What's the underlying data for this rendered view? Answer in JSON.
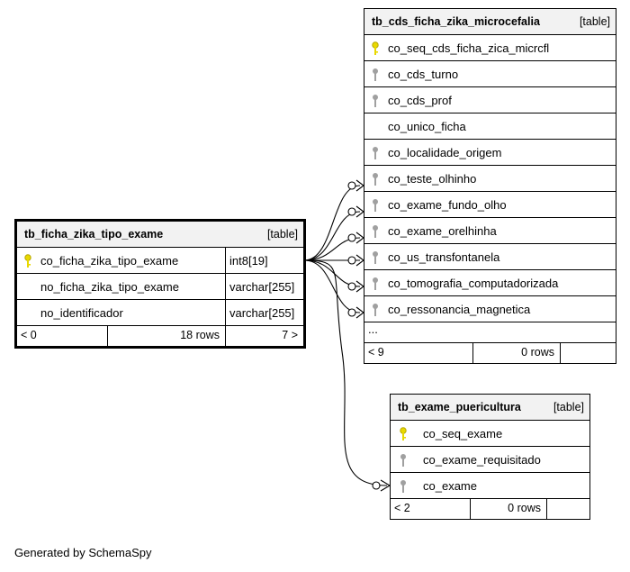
{
  "tables": {
    "tipo_exame": {
      "name": "tb_ficha_zika_tipo_exame",
      "tag": "[table]",
      "rows": [
        {
          "col": "co_ficha_zika_tipo_exame",
          "type": "int8[19]",
          "key": "primary"
        },
        {
          "col": "no_ficha_zika_tipo_exame",
          "type": "varchar[255]",
          "key": "none"
        },
        {
          "col": "no_identificador",
          "type": "varchar[255]",
          "key": "none"
        }
      ],
      "footer": {
        "left": "< 0",
        "mid": "18 rows",
        "right": "7 >"
      }
    },
    "microcefalia": {
      "name": "tb_cds_ficha_zika_microcefalia",
      "tag": "[table]",
      "rows": [
        {
          "col": "co_seq_cds_ficha_zica_micrcfl",
          "key": "primary"
        },
        {
          "col": "co_cds_turno",
          "key": "foreign"
        },
        {
          "col": "co_cds_prof",
          "key": "foreign"
        },
        {
          "col": "co_unico_ficha",
          "key": "none"
        },
        {
          "col": "co_localidade_origem",
          "key": "foreign"
        },
        {
          "col": "co_teste_olhinho",
          "key": "foreign"
        },
        {
          "col": "co_exame_fundo_olho",
          "key": "foreign"
        },
        {
          "col": "co_exame_orelhinha",
          "key": "foreign"
        },
        {
          "col": "co_us_transfontanela",
          "key": "foreign"
        },
        {
          "col": "co_tomografia_computadorizada",
          "key": "foreign"
        },
        {
          "col": "co_ressonancia_magnetica",
          "key": "foreign"
        }
      ],
      "ellipsis": "...",
      "footer": {
        "left": "< 9",
        "mid": "0 rows",
        "right": ""
      }
    },
    "puericultura": {
      "name": "tb_exame_puericultura",
      "tag": "[table]",
      "rows": [
        {
          "col": "co_seq_exame",
          "key": "primary"
        },
        {
          "col": "co_exame_requisitado",
          "key": "foreign"
        },
        {
          "col": "co_exame",
          "key": "foreign"
        }
      ],
      "footer": {
        "left": "< 2",
        "mid": "0 rows",
        "right": ""
      }
    }
  },
  "generated_by": "Generated by SchemaSpy",
  "colors": {
    "primary_key": "#e8d800",
    "foreign_key": "#a0a0a0",
    "header_bg": "#f2f2f2"
  }
}
